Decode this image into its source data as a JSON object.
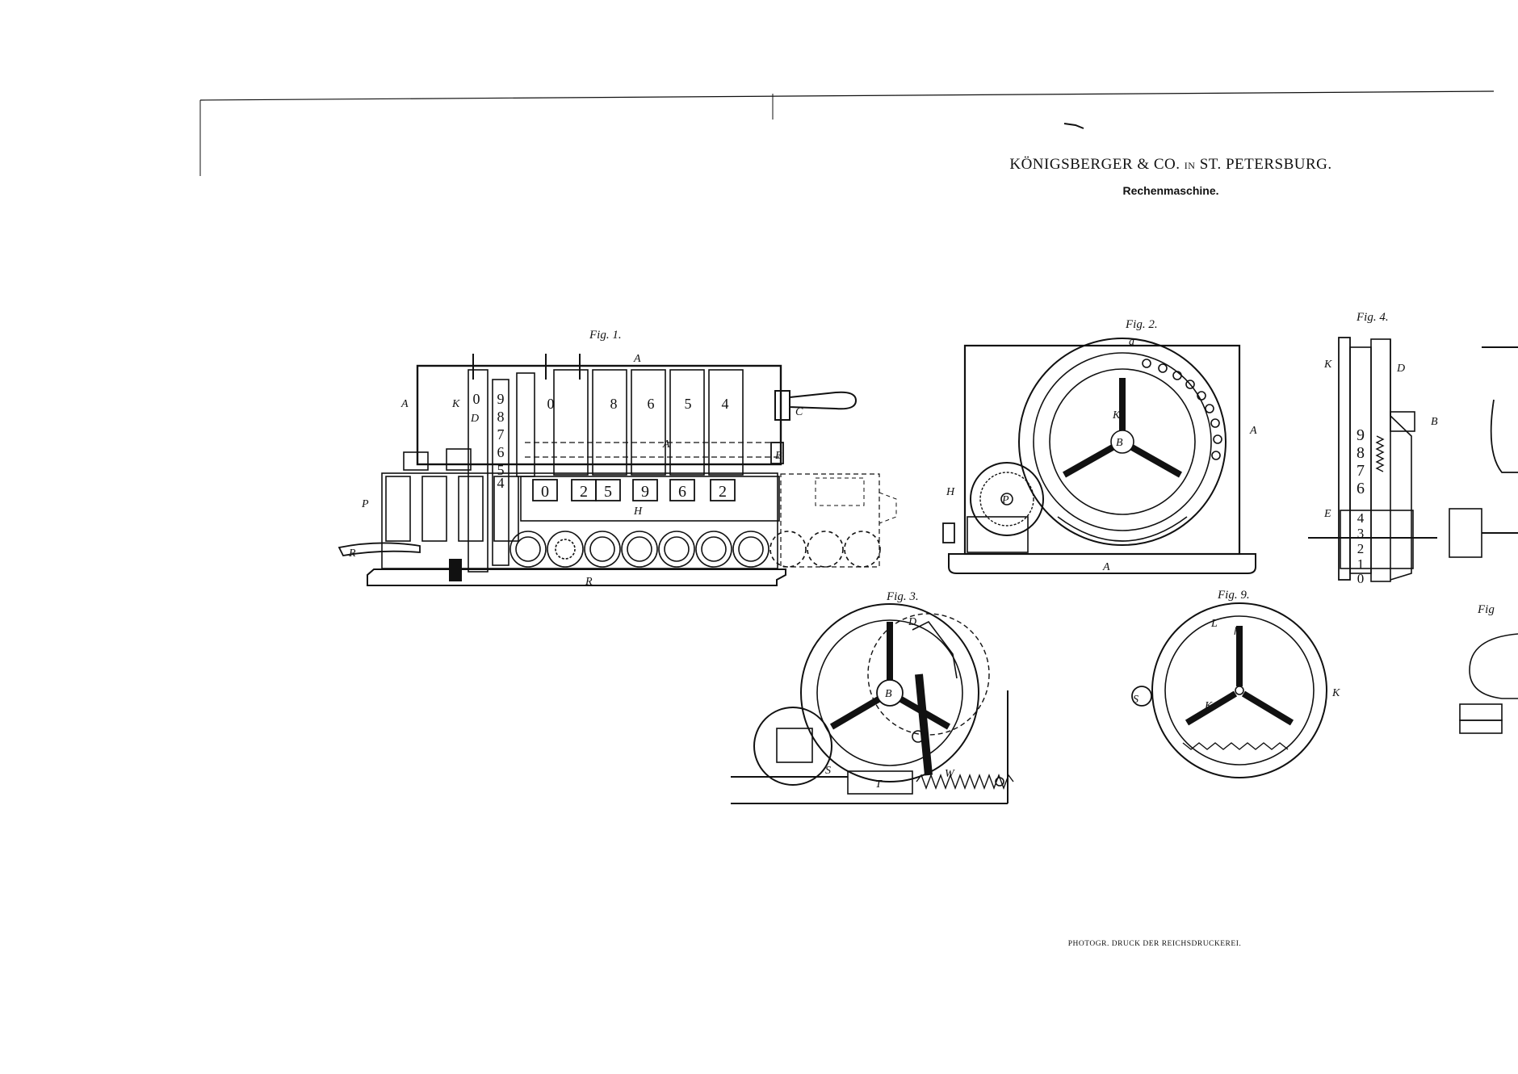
{
  "header": {
    "title_main": "KÖNIGSBERGER & CO.",
    "title_in": "IN",
    "title_place": "ST. PETERSBURG.",
    "subtitle": "Rechenmaschine."
  },
  "figures": [
    {
      "id": "fig1",
      "label": "Fig. 1."
    },
    {
      "id": "fig2",
      "label": "Fig. 2."
    },
    {
      "id": "fig3",
      "label": "Fig. 3."
    },
    {
      "id": "fig4",
      "label": "Fig. 4."
    },
    {
      "id": "fig9",
      "label": "Fig. 9."
    },
    {
      "id": "figpartial",
      "label": "Fig"
    }
  ],
  "fig1": {
    "result_digits": [
      "0",
      "2",
      "5",
      "9",
      "6",
      "2"
    ],
    "setting_digits": [
      "0",
      "0",
      "8",
      "6",
      "5",
      "4"
    ],
    "column_digits": [
      "9",
      "8",
      "7",
      "6",
      "5",
      "4"
    ],
    "labels": {
      "A": "A",
      "H": "H",
      "B": "B",
      "C": "C",
      "P": "P",
      "R": "R",
      "D": "D",
      "K": "K"
    }
  },
  "fig2": {
    "labels": {
      "a": "a",
      "A": "A",
      "B": "B",
      "K": "K",
      "P": "P",
      "H": "H"
    }
  },
  "fig3": {
    "labels": {
      "D": "D",
      "B": "B",
      "T": "T",
      "W": "W",
      "S": "S"
    }
  },
  "fig4": {
    "upper_digits": [
      "9",
      "8",
      "7",
      "6"
    ],
    "lower_digits": [
      "4",
      "3",
      "2",
      "1",
      "0"
    ],
    "labels": {
      "B": "B",
      "D": "D",
      "E": "E",
      "K": "K"
    }
  },
  "fig9": {
    "labels": {
      "L": "L",
      "K": "K",
      "S": "S",
      "h": "h"
    }
  },
  "footer": {
    "printer": "PHOTOGR. DRUCK DER REICHSDRUCKEREI."
  }
}
